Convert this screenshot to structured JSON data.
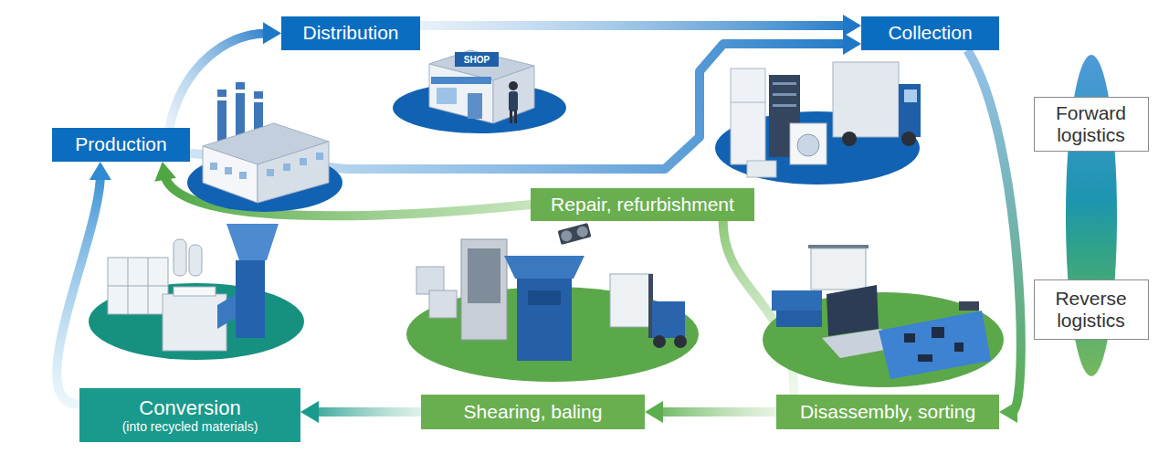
{
  "diagram": {
    "nodes": [
      {
        "text": [
          "Distribution"
        ]
      },
      {
        "text": [
          "Collection"
        ]
      },
      {
        "text": [
          "Forward logistics"
        ]
      },
      {
        "text": [
          "Production"
        ]
      },
      {
        "text": [
          "Repair, refurbishment"
        ]
      },
      {
        "text": [
          "Reverse logistics"
        ]
      },
      {
        "text": [
          "Conversion",
          "(into recycled materials)"
        ]
      },
      {
        "text": [
          "Shearing, baling"
        ]
      },
      {
        "text": [
          "Disassembly, sorting"
        ]
      }
    ],
    "edges": [
      {
        "from": 3,
        "to": 0,
        "arrow": "to"
      },
      {
        "from": 0,
        "to": 1,
        "arrow": "to"
      },
      {
        "from": 3,
        "to": 1,
        "arrow": "to"
      },
      {
        "from": 1,
        "to": 8,
        "arrow": "to"
      },
      {
        "from": 8,
        "to": 7,
        "arrow": "to"
      },
      {
        "from": 7,
        "to": 6,
        "arrow": "to"
      },
      {
        "from": 6,
        "to": 3,
        "arrow": "to"
      },
      {
        "from": 8,
        "to": 4,
        "arrow": "none"
      },
      {
        "from": 4,
        "to": 3,
        "arrow": "to"
      }
    ],
    "labels": [
      "SHOP"
    ]
  }
}
